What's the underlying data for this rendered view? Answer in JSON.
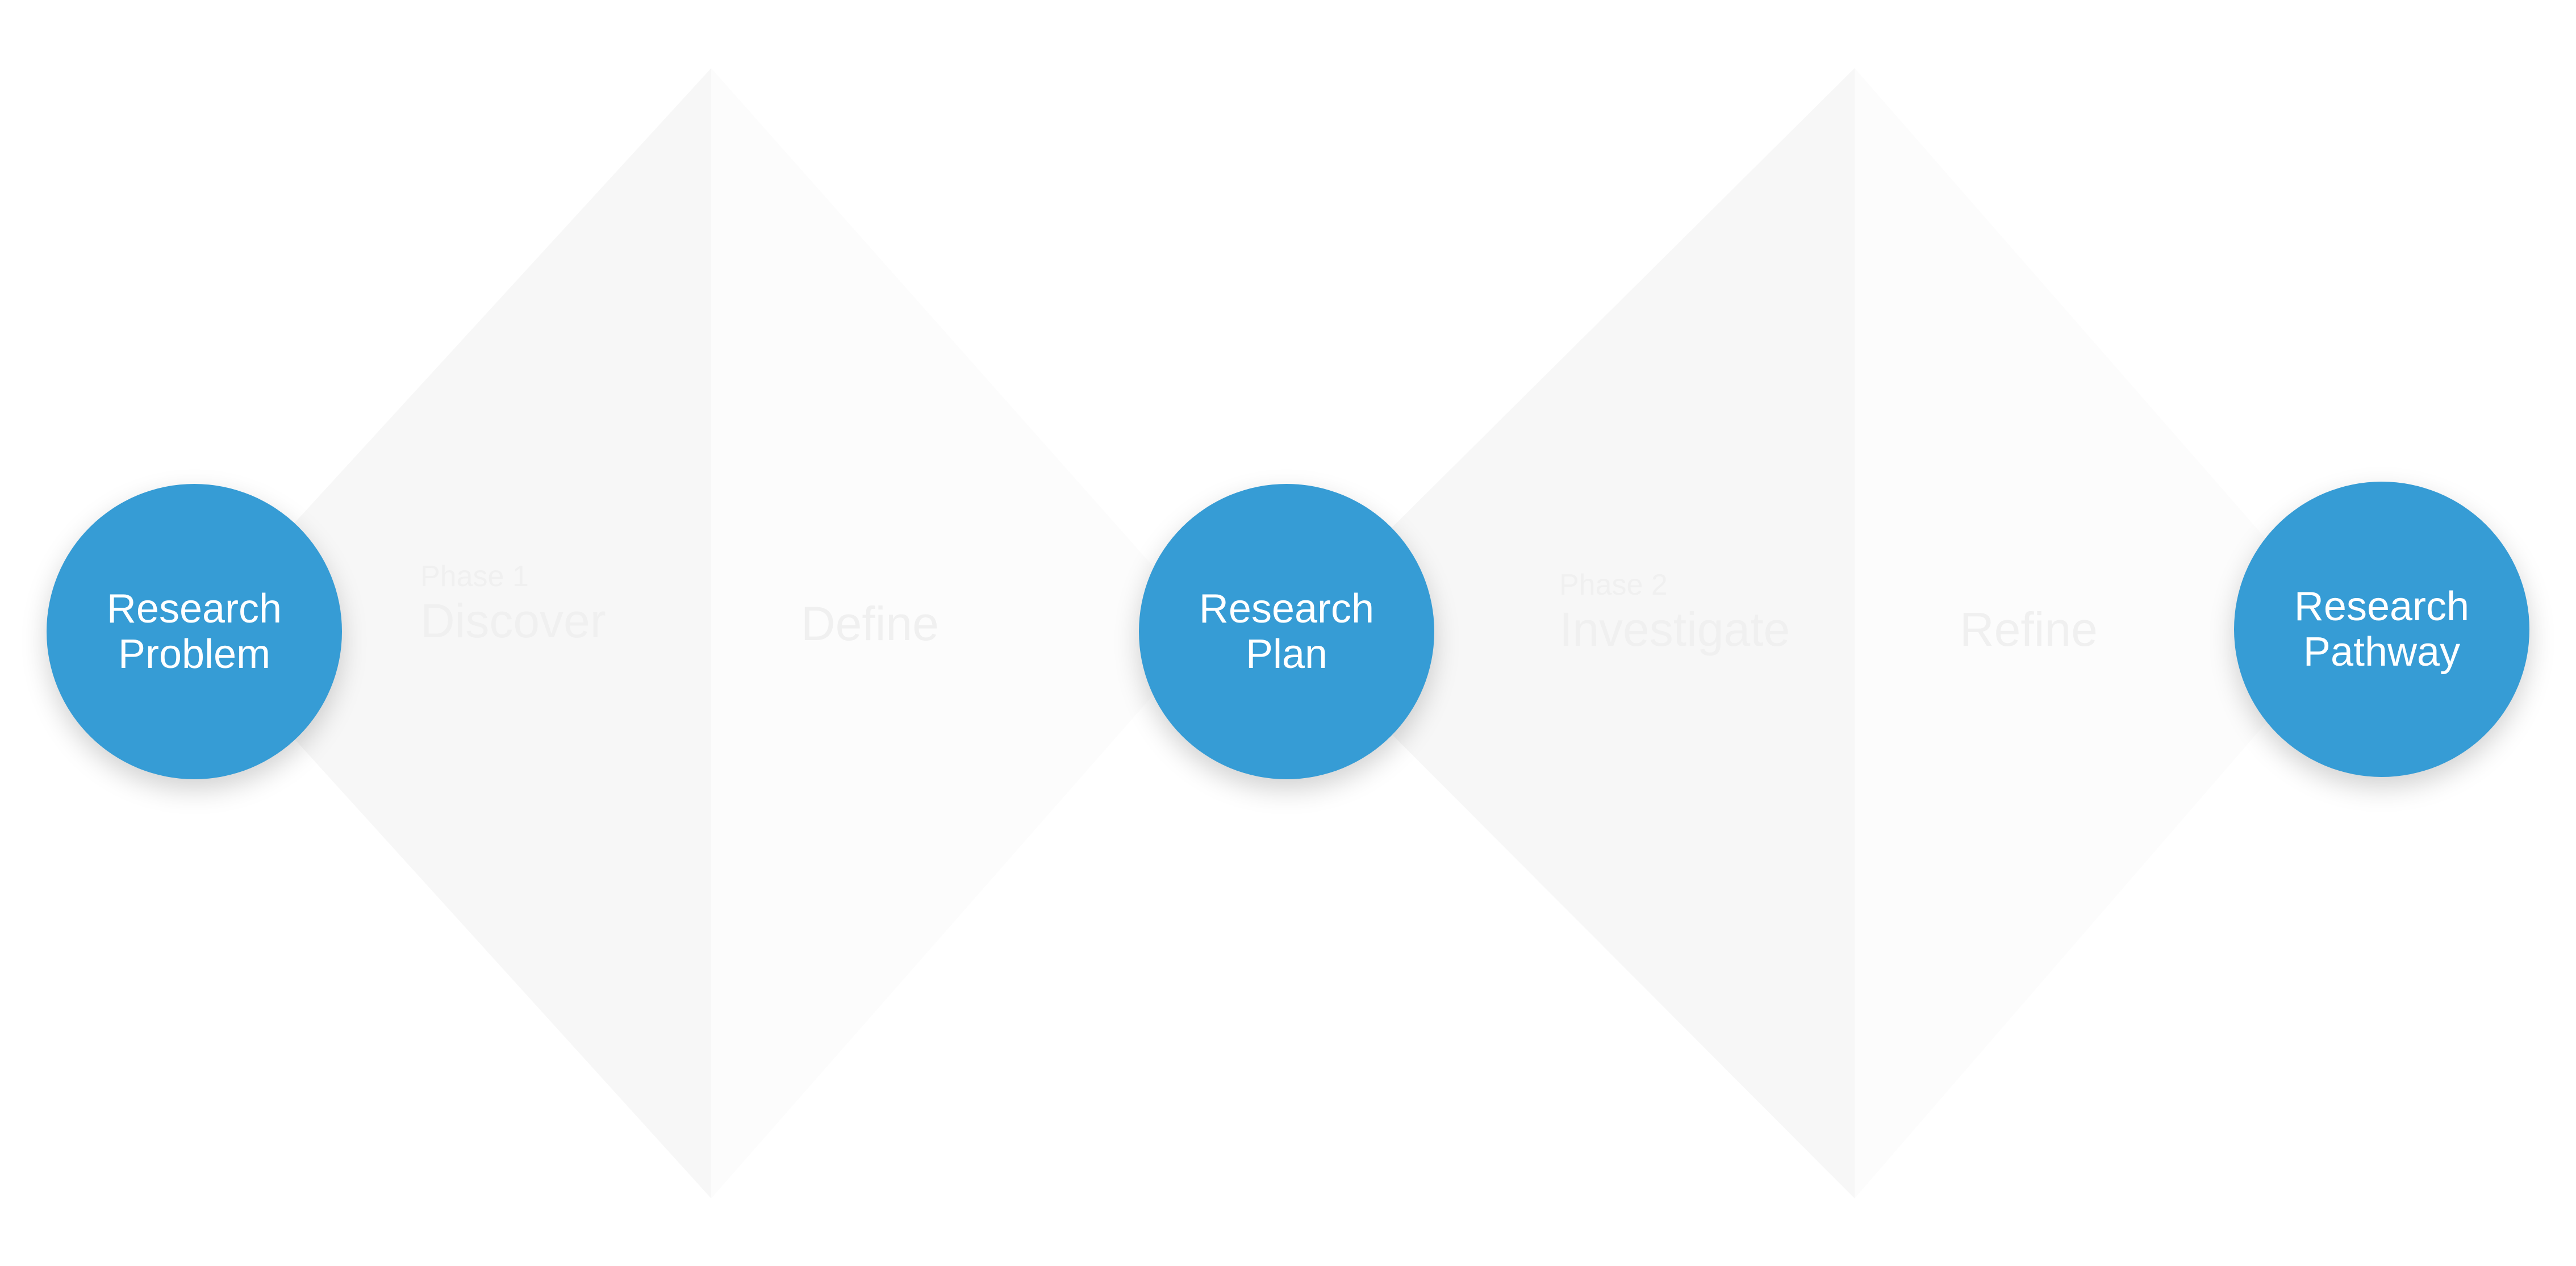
{
  "diagram": {
    "accent_color": "#369cd5",
    "diamond_left_color": "#f7f7f7",
    "diamond_right_color": "#fcfcfc",
    "nodes": [
      {
        "line1": "Research",
        "line2": "Problem"
      },
      {
        "line1": "Research",
        "line2": "Plan"
      },
      {
        "line1": "Research",
        "line2": "Pathway"
      }
    ],
    "phases": [
      {
        "number": "Phase 1",
        "name": "Discover",
        "next_stage": "Define"
      },
      {
        "number": "Phase 2",
        "name": "Investigate",
        "next_stage": "Refine"
      }
    ]
  }
}
